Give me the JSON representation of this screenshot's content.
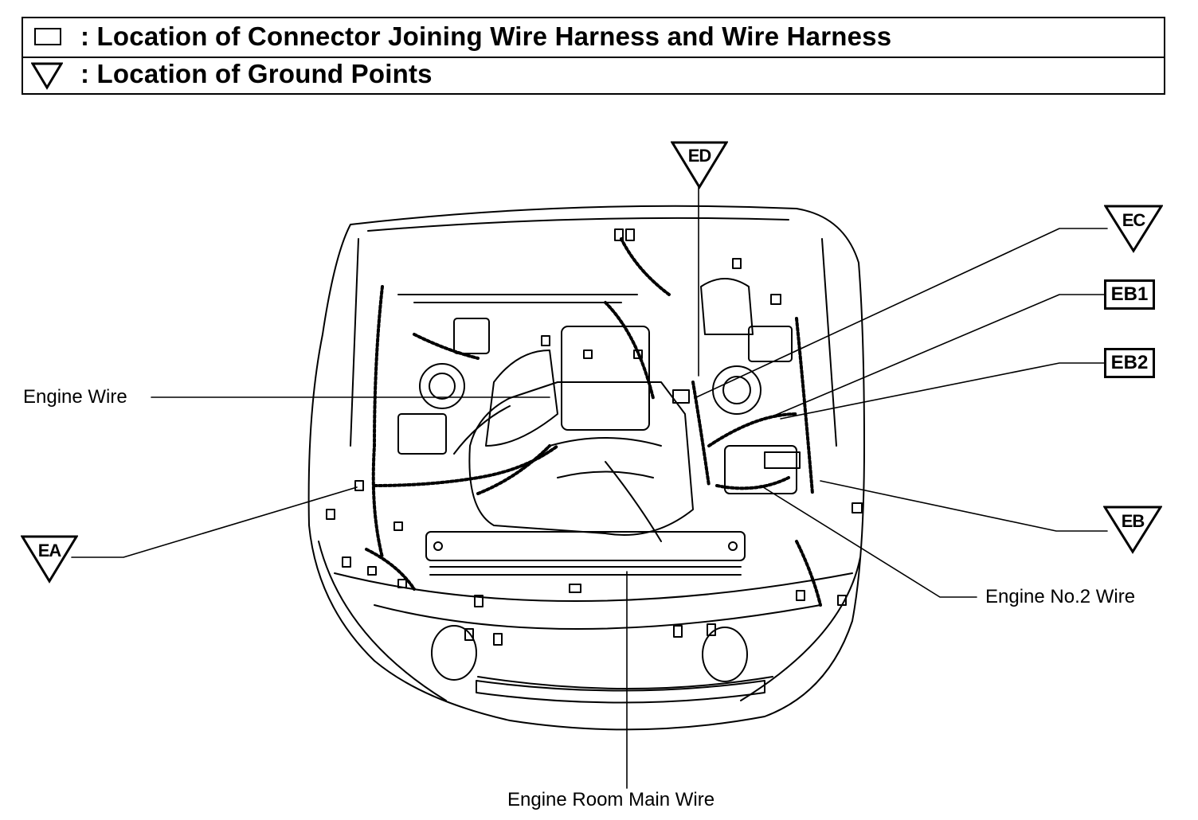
{
  "legend": {
    "connector_text": ": Location of Connector Joining Wire Harness and Wire Harness",
    "ground_text": ": Location of Ground Points"
  },
  "labels": {
    "engine_wire": "Engine Wire",
    "engine_no2_wire": "Engine No.2 Wire",
    "engine_room_main_wire": "Engine Room Main Wire"
  },
  "ground_points": {
    "ed": "ED",
    "ec": "EC",
    "ea": "EA",
    "eb": "EB"
  },
  "connectors": {
    "eb1": "EB1",
    "eb2": "EB2"
  }
}
